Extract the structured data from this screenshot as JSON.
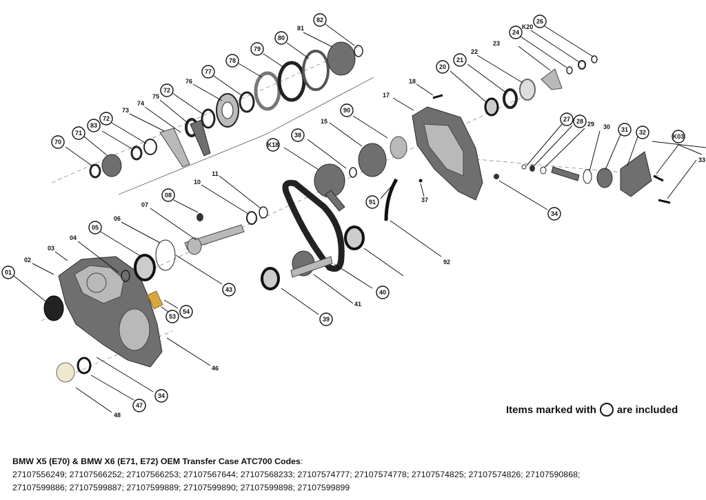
{
  "diagram": {
    "circled_callouts": [
      "01",
      "02",
      "03",
      "04",
      "05",
      "06",
      "07",
      "08",
      "10",
      "11",
      "15",
      "17",
      "18",
      "20",
      "21",
      "22",
      "23",
      "24",
      "26",
      "27",
      "28",
      "30",
      "31",
      "32",
      "34",
      "37",
      "38",
      "39",
      "40",
      "41",
      "43",
      "46",
      "47",
      "48",
      "53",
      "54",
      "70",
      "71",
      "72",
      "73",
      "74",
      "75",
      "76",
      "77",
      "78",
      "79",
      "80",
      "81",
      "82",
      "83",
      "90",
      "91",
      "92",
      "K03",
      "K18",
      "K20"
    ],
    "callouts": [
      "01",
      "02",
      "03",
      "04",
      "05",
      "06",
      "07",
      "08",
      "10",
      "11",
      "15",
      "17",
      "18",
      "20",
      "21",
      "22",
      "23",
      "24",
      "26",
      "27",
      "28",
      "29",
      "30",
      "31",
      "32",
      "33",
      "34",
      "37",
      "38",
      "39",
      "40",
      "41",
      "43",
      "46",
      "47",
      "48",
      "53",
      "54",
      "70",
      "71",
      "72",
      "73",
      "74",
      "75",
      "76",
      "77",
      "78",
      "79",
      "80",
      "81",
      "82",
      "83",
      "90",
      "91",
      "92",
      "K03",
      "K18",
      "K20"
    ]
  },
  "legend": {
    "before": "Items marked with",
    "after": "are included"
  },
  "codes": {
    "title": "BMW X5 (E70) & BMW X6 (E71, E72) OEM Transfer Case ATC700 Codes",
    "title_suffix": ":",
    "line1": "27107556249; 27107566252; 27107566253; 27107567644; 27107568233; 27107574777; 27107574778; 27107574825; 27107574826; 27107590868;",
    "line2": "27107599886; 27107599887; 27107599889; 27107599890; 27107599898; 27107599899"
  }
}
